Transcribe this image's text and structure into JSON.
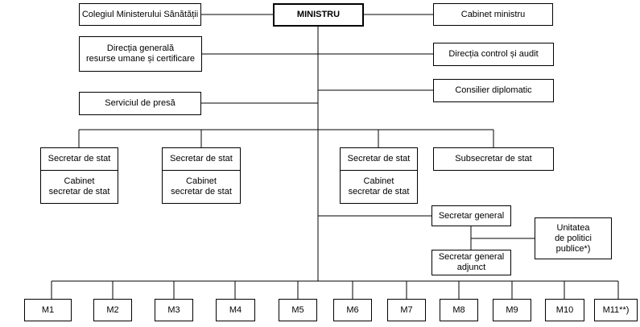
{
  "chart": {
    "root": "MINISTRU",
    "colegiu": "Colegiul Ministerului Sănătății",
    "cabinet_ministru": "Cabinet ministru",
    "directia_generala": "Direcția generală\nresurse umane și certificare",
    "directia_control": "Direcția control și audit",
    "consilier": "Consilier diplomatic",
    "serviciu_presa": "Serviciul de presă",
    "secretari": [
      {
        "title": "Secretar de stat",
        "cabinet": "Cabinet\nsecretar de stat"
      },
      {
        "title": "Secretar de stat",
        "cabinet": "Cabinet\nsecretar de stat"
      },
      {
        "title": "Secretar de stat",
        "cabinet": "Cabinet\nsecretar de stat"
      }
    ],
    "subsecretar": "Subsecretar de stat",
    "secretar_general": "Secretar general",
    "secretar_general_adjunct": "Secretar general\nadjunct",
    "unitatea": "Unitatea\nde politici\npublice*)",
    "m_units": [
      "M1",
      "M2",
      "M3",
      "M4",
      "M5",
      "M6",
      "M7",
      "M8",
      "M9",
      "M10",
      "M11**)"
    ]
  }
}
